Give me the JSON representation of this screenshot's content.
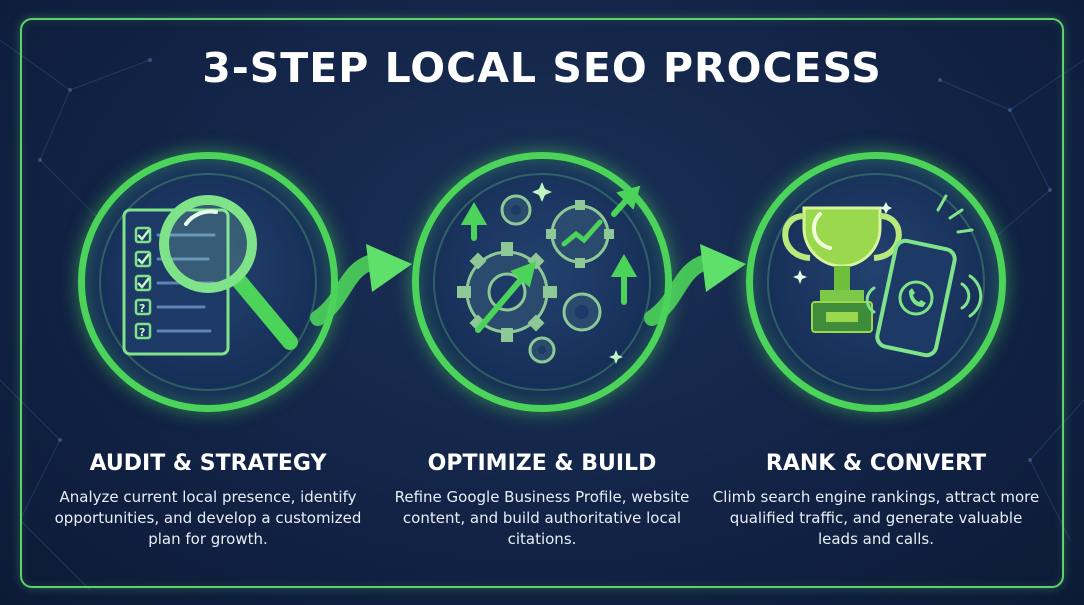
{
  "title": "3-STEP LOCAL SEO PROCESS",
  "colors": {
    "accent": "#4cd35a",
    "background": "#122346",
    "text": "#ffffff"
  },
  "steps": [
    {
      "title": "AUDIT & STRATEGY",
      "description": "Analyze current local presence, identify opportunities, and develop a customized plan for growth.",
      "icon": "magnifier-checklist-icon"
    },
    {
      "title": "OPTIMIZE & BUILD",
      "description": "Refine Google Business Profile, website content, and build authoritative local citations.",
      "icon": "gears-arrows-icon"
    },
    {
      "title": "RANK & CONVERT",
      "description": "Climb search engine rankings, attract more qualified traffic, and generate valuable leads and calls.",
      "icon": "trophy-phone-icon"
    }
  ]
}
